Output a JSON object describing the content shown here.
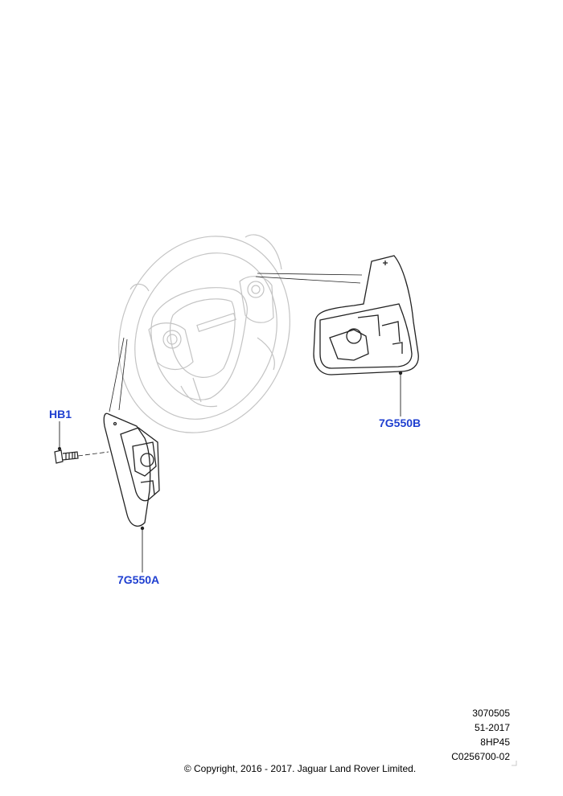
{
  "callouts": {
    "hb1": "HB1",
    "b": "7G550B",
    "a": "7G550A"
  },
  "meta": {
    "ref": "3070505",
    "date": "51-2017",
    "trans": "8HP45",
    "code": "C0256700-02"
  },
  "copyright": "© Copyright, 2016 - 2017. Jaguar Land Rover Limited.",
  "colors": {
    "callout": "#1f3fd0",
    "ghost_line": "#c4c4c4",
    "part_line": "#222222"
  }
}
